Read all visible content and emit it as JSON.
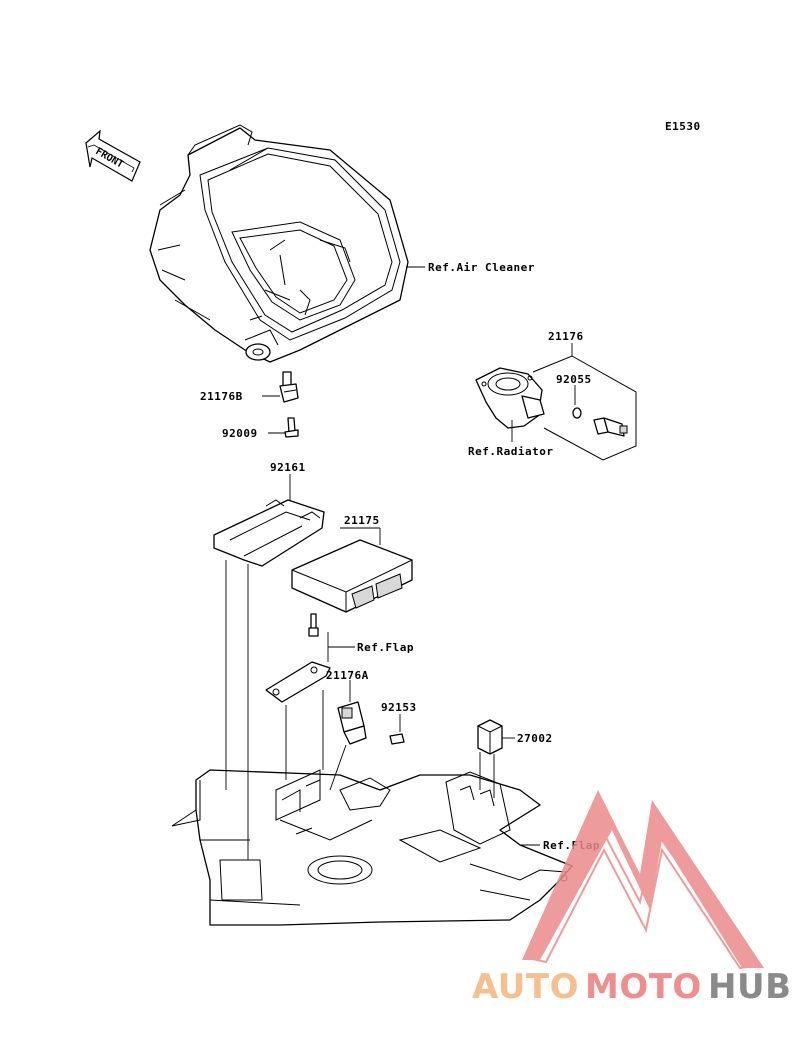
{
  "diagram": {
    "code": "E1530",
    "front_label": "FRONT",
    "callouts": {
      "air_cleaner": "Ref.Air Cleaner",
      "part_21176": "21176",
      "part_92055": "92055",
      "radiator": "Ref.Radiator",
      "part_21176B": "21176B",
      "part_92009": "92009",
      "part_92161": "92161",
      "part_21175": "21175",
      "flap_upper": "Ref.Flap",
      "part_21176A": "21176A",
      "part_92153": "92153",
      "part_27002": "27002",
      "flap_lower": "Ref.Flap"
    }
  },
  "watermark": {
    "part1": "AUTO",
    "part2": "MOTO",
    "part3": "HUB",
    "color_auto": "#f6c08e",
    "color_moto": "#f08d8d",
    "color_hub": "#8a8a8a",
    "logo_color": "#ec8a8a"
  }
}
